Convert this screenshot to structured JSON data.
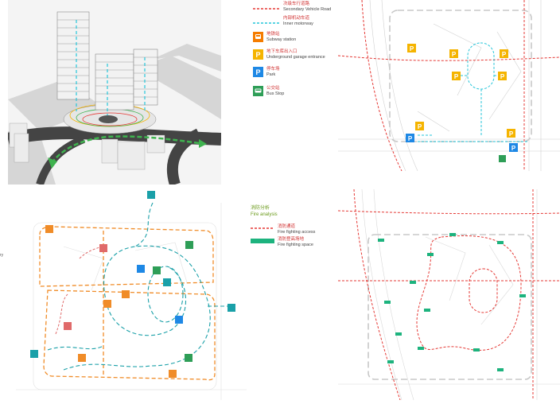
{
  "legend_top": {
    "secondary_road": {
      "zh": "次级车行道路",
      "en": "Secondary Vehicle Road",
      "color": "#e53935"
    },
    "inner_motorway": {
      "zh": "内部机动车道",
      "en": "Inner motorway",
      "color": "#26c6da"
    },
    "subway": {
      "zh": "地铁站",
      "en": "Subway station",
      "color": "#f57c00",
      "icon": "subway-icon"
    },
    "garage": {
      "zh": "地下车库出入口",
      "en": "Underground garage entrance",
      "color": "#f5b400",
      "glyph": "P"
    },
    "park": {
      "zh": "停车场",
      "en": "Park",
      "color": "#1e88e5",
      "glyph": "P"
    },
    "bus": {
      "zh": "公交站",
      "en": "Bus Stop",
      "color": "#2e9e57",
      "icon": "bus-icon"
    }
  },
  "legend_fire": {
    "title_zh": "消防分析",
    "title_en": "Fire analysis",
    "access": {
      "zh": "消防通道",
      "en": "Fire fighting access",
      "color": "#e53935"
    },
    "space": {
      "zh": "消防登高场地",
      "en": "Fire fighting space",
      "color": "#1db37e"
    }
  },
  "edge_text": "ry",
  "colors": {
    "pedestrian_orange": "#f08c28",
    "pedestrian_teal": "#1aa0a8",
    "pedestrian_red": "#e06a6a",
    "plan_lines": "#cfcfcf",
    "boundary_dash": "#c8c8c8"
  }
}
